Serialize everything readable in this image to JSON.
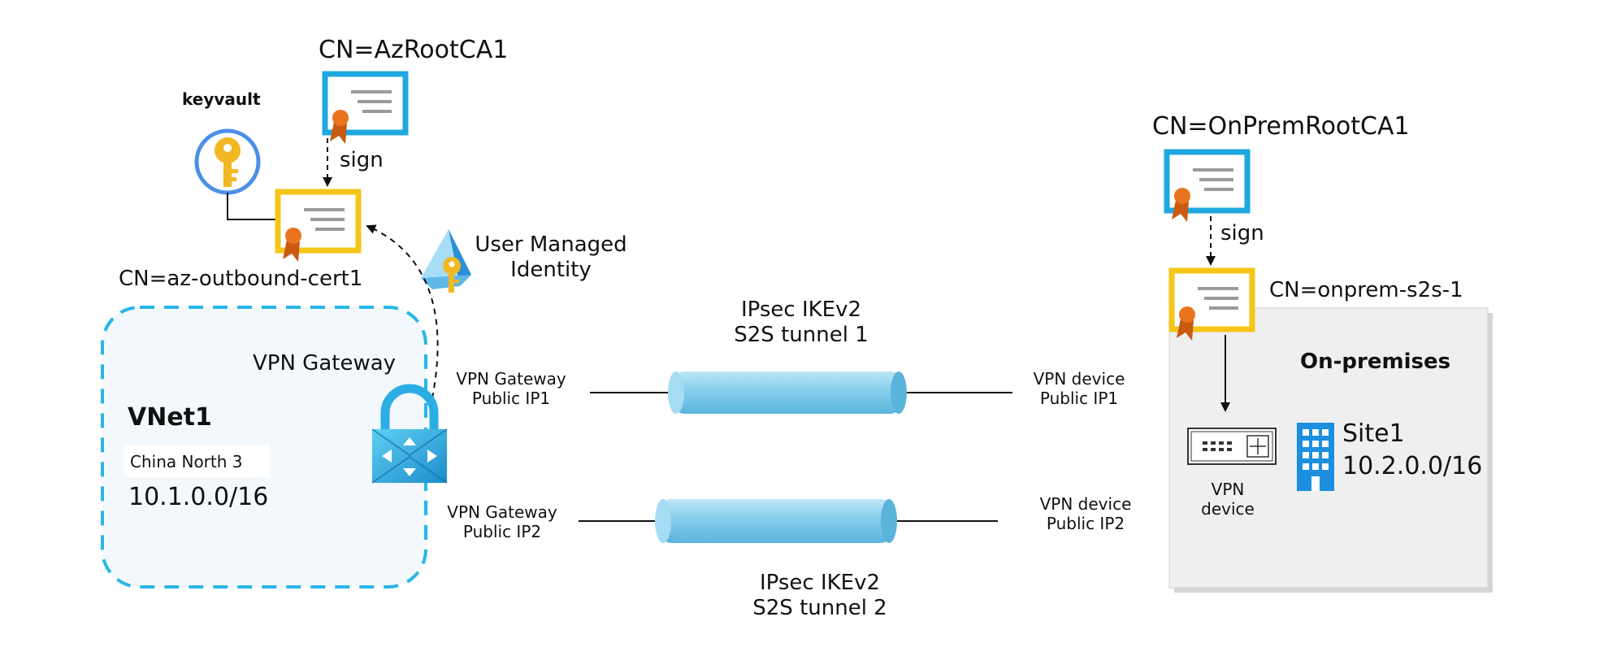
{
  "colors": {
    "vnet_border": "#29B6E8",
    "vnet_fill": "#F3F8FC",
    "onprem_fill": "#EFEFEF",
    "root_cert_frame": "#1FA8E0",
    "leaf_cert_frame": "#F5C518",
    "ribbon": "#E8741E",
    "keyvault_ring": "#4C8FE8",
    "key_gold": "#F2B824",
    "tunnel": "#7CC8E8",
    "gateway_blue": "#1C9BD6"
  },
  "icons": {
    "keyvault": "key-circle-icon",
    "root_cert": "certificate-icon",
    "leaf_cert": "certificate-icon",
    "identity": "user-managed-identity-icon",
    "gateway": "vpn-gateway-lock-icon",
    "vpn_device": "vpn-device-icon",
    "site": "building-icon"
  },
  "labels": {
    "az_root_ca": "CN=AzRootCA1",
    "keyvault": "keyvault",
    "sign_az": "sign",
    "az_outbound_cert": "CN=az-outbound-cert1",
    "user_managed_identity": "User Managed\nIdentity",
    "vpn_gateway": "VPN Gateway",
    "vnet_name": "VNet1",
    "vnet_region": "China North 3",
    "vnet_cidr": "10.1.0.0/16",
    "gw_ip1": "VPN Gateway\nPublic IP1",
    "gw_ip2": "VPN Gateway\nPublic IP2",
    "tunnel1": "IPsec IKEv2\nS2S tunnel 1",
    "tunnel2": "IPsec IKEv2\nS2S tunnel 2",
    "dev_ip1": "VPN device\nPublic IP1",
    "dev_ip2": "VPN device\nPublic IP2",
    "onprem_root_ca": "CN=OnPremRootCA1",
    "sign_onprem": "sign",
    "onprem_cert": "CN=onprem-s2s-1",
    "onprem_title": "On-premises",
    "vpn_device": "VPN\ndevice",
    "site_name": "Site1",
    "site_cidr": "10.2.0.0/16"
  }
}
